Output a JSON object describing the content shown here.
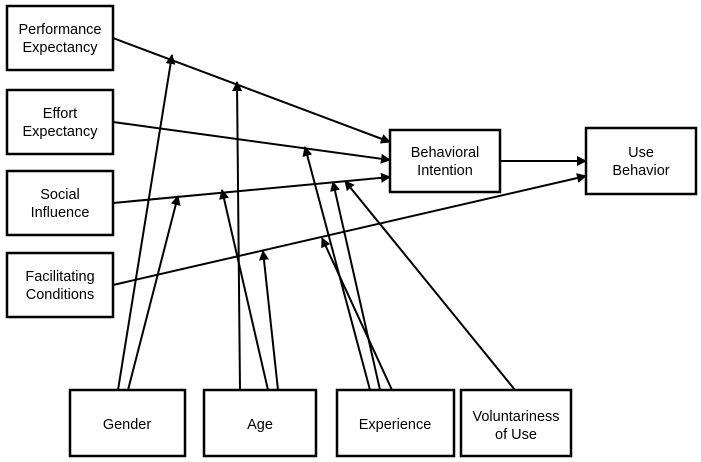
{
  "nodes": {
    "performance_expectancy": [
      "Performance",
      "Expectancy"
    ],
    "effort_expectancy": [
      "Effort",
      "Expectancy"
    ],
    "social_influence": [
      "Social",
      "Influence"
    ],
    "facilitating_conditions": [
      "Facilitating",
      "Conditions"
    ],
    "behavioral_intention": [
      "Behavioral",
      "Intention"
    ],
    "use_behavior": [
      "Use",
      "Behavior"
    ],
    "gender": [
      "Gender"
    ],
    "age": [
      "Age"
    ],
    "experience": [
      "Experience"
    ],
    "voluntariness_of_use": [
      "Voluntariness",
      "of Use"
    ]
  },
  "edges": [
    {
      "from": "performance_expectancy",
      "to": "behavioral_intention"
    },
    {
      "from": "effort_expectancy",
      "to": "behavioral_intention"
    },
    {
      "from": "social_influence",
      "to": "behavioral_intention"
    },
    {
      "from": "facilitating_conditions",
      "to": "use_behavior"
    },
    {
      "from": "behavioral_intention",
      "to": "use_behavior"
    }
  ],
  "moderators": [
    {
      "from": "gender",
      "to_edge": "performance_expectancy->behavioral_intention"
    },
    {
      "from": "gender",
      "to_edge": "social_influence->behavioral_intention"
    },
    {
      "from": "age",
      "to_edge": "performance_expectancy->behavioral_intention"
    },
    {
      "from": "age",
      "to_edge": "social_influence->behavioral_intention"
    },
    {
      "from": "age",
      "to_edge": "facilitating_conditions->use_behavior"
    },
    {
      "from": "experience",
      "to_edge": "effort_expectancy->behavioral_intention"
    },
    {
      "from": "experience",
      "to_edge": "social_influence->behavioral_intention"
    },
    {
      "from": "experience",
      "to_edge": "facilitating_conditions->use_behavior"
    },
    {
      "from": "voluntariness_of_use",
      "to_edge": "social_influence->behavioral_intention"
    }
  ],
  "colors": {
    "line": "#000000",
    "box_fill": "#ffffff",
    "text": "#000000"
  }
}
